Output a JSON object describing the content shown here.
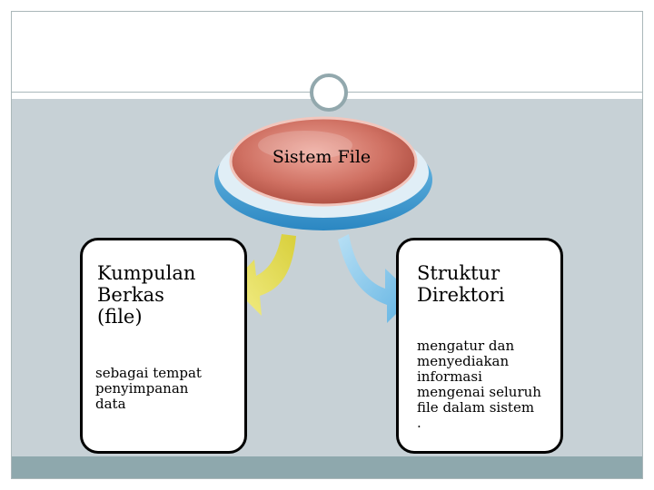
{
  "center": {
    "label": "Sistem File"
  },
  "left_box": {
    "title": "Kumpulan\nBerkas\n(file)",
    "description": "sebagai tempat\npenyimpanan\ndata"
  },
  "right_box": {
    "title": "Struktur\nDirektori",
    "description": "mengatur dan\nmenyediakan\ninformasi\nmengenai seluruh\nfile dalam sistem\n."
  },
  "colors": {
    "content_background": "#c7d1d6",
    "footer_band": "#8ea8ad",
    "ellipse_top": "#c96b5e",
    "ellipse_base": "#3fa0d4",
    "left_arrow": "#e6df5a",
    "right_arrow": "#8ccbec"
  }
}
